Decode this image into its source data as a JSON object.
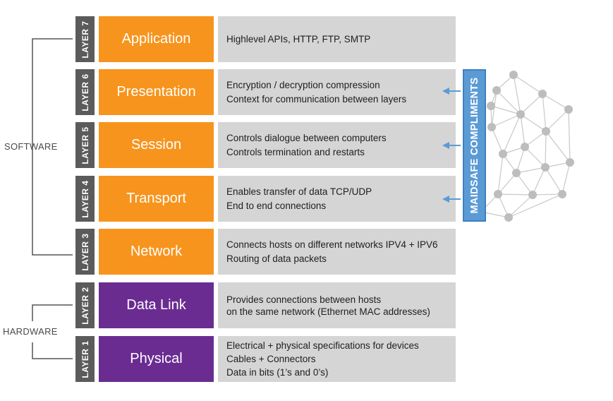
{
  "groups": {
    "software": "SOFTWARE",
    "hardware": "HARDWARE"
  },
  "layers": [
    {
      "tag": "LAYER 7",
      "name": "Application",
      "type": "software",
      "lines": [
        "Highlevel APIs, HTTP, FTP, SMTP"
      ]
    },
    {
      "tag": "LAYER 6",
      "name": "Presentation",
      "type": "software",
      "lines": [
        "Encryption / decryption compression",
        "Context for communication between layers"
      ]
    },
    {
      "tag": "LAYER 5",
      "name": "Session",
      "type": "software",
      "lines": [
        "Controls dialogue between computers",
        "Controls termination and restarts"
      ]
    },
    {
      "tag": "LAYER 4",
      "name": "Transport",
      "type": "software",
      "lines": [
        "Enables transfer of data TCP/UDP",
        "End to end connections"
      ]
    },
    {
      "tag": "LAYER 3",
      "name": "Network",
      "type": "software",
      "lines": [
        "Connects hosts on different networks IPV4 + IPV6",
        "Routing of data packets"
      ]
    },
    {
      "tag": "LAYER 2",
      "name": "Data Link",
      "type": "hardware",
      "lines": [
        "Provides connections between hosts",
        "on the same network (Ethernet MAC addresses)"
      ]
    },
    {
      "tag": "LAYER 1",
      "name": "Physical",
      "type": "hardware",
      "lines": [
        "Electrical + physical specifications for devices",
        "Cables + Connectors",
        "Data in bits (1’s and 0’s)"
      ]
    }
  ],
  "maidsafe": {
    "label": "MAIDSAFE COMPLIMENTS"
  },
  "colors": {
    "software": "#f7941d",
    "hardware": "#6a2c91",
    "tag": "#5b5b5b",
    "description": "#d5d5d5",
    "maidsafe": "#5b9bd5",
    "network_node": "#bdbdbd"
  }
}
